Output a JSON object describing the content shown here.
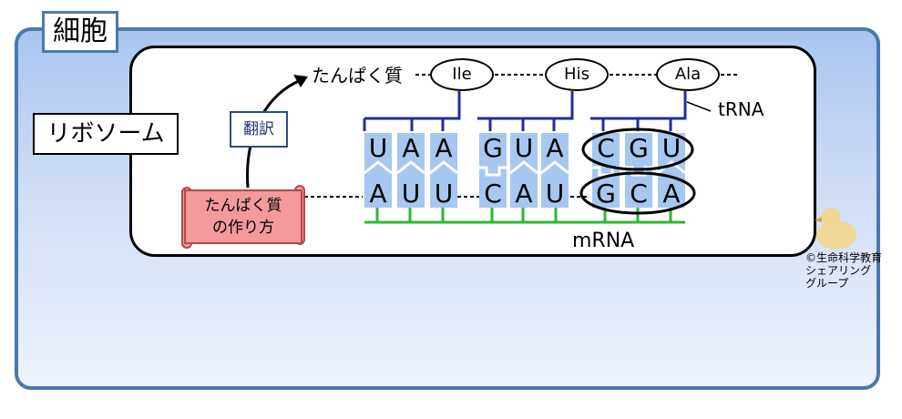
{
  "cell": {
    "label": "細胞"
  },
  "ribosome": {
    "label": "リボソーム"
  },
  "translation": {
    "label": "翻訳"
  },
  "protein": {
    "label": "たんぱく質"
  },
  "recipe": {
    "line1": "たんぱく質",
    "line2": "の作り方"
  },
  "amino_acids": [
    "Ile",
    "His",
    "Ala"
  ],
  "trna_label": "tRNA",
  "mrna_label": "mRNA",
  "anticodons": [
    "U",
    "A",
    "A",
    "G",
    "U",
    "A",
    "C",
    "G",
    "U"
  ],
  "codons": [
    "A",
    "U",
    "U",
    "C",
    "A",
    "U",
    "G",
    "C",
    "A"
  ],
  "credit": {
    "line1": "©生命科学教育",
    "line2": "シェアリング",
    "line3": "グループ"
  },
  "colors": {
    "cell_border": "#4a78b0",
    "trna": "#1f2f9a",
    "mrna": "#2eb82e",
    "base_block": "#a6c8f0",
    "scroll": "#f49a9a"
  }
}
